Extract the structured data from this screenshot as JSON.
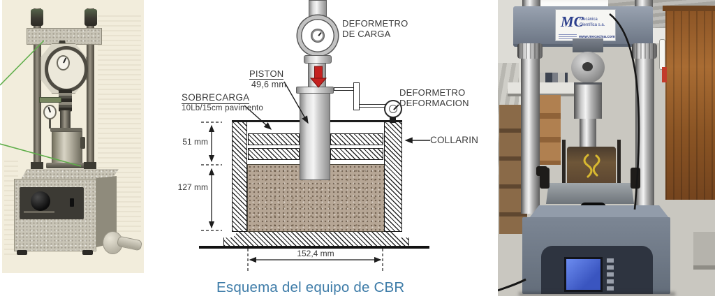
{
  "schematic": {
    "load_gauge": {
      "line1": "DEFORMETRO",
      "line2": "DE CARGA"
    },
    "piston": {
      "title": "PISTON",
      "diameter": "49,6 mm"
    },
    "surcharge": {
      "title": "SOBRECARGA",
      "subtitle": "10Lb/15cm pavimento"
    },
    "deformation_gauge": {
      "line1": "DEFORMETRO",
      "line2": "DEFORMACION"
    },
    "collar": {
      "label": "COLLARIN"
    },
    "dimensions": {
      "collar_height": "51 mm",
      "mold_height": "127 mm",
      "mold_diameter": "152,4 mm"
    },
    "caption": "Esquema del equipo de CBR"
  },
  "right_photo": {
    "nameplate": {
      "logo": "MC",
      "company_line1": "Mecánica",
      "company_line2": "Científica s.a.",
      "website": "www.mecacisa.com"
    }
  },
  "colors": {
    "caption_blue": "#3e7ca8",
    "arrow_red": "#c42120",
    "soil_tan": "#b6a695"
  }
}
